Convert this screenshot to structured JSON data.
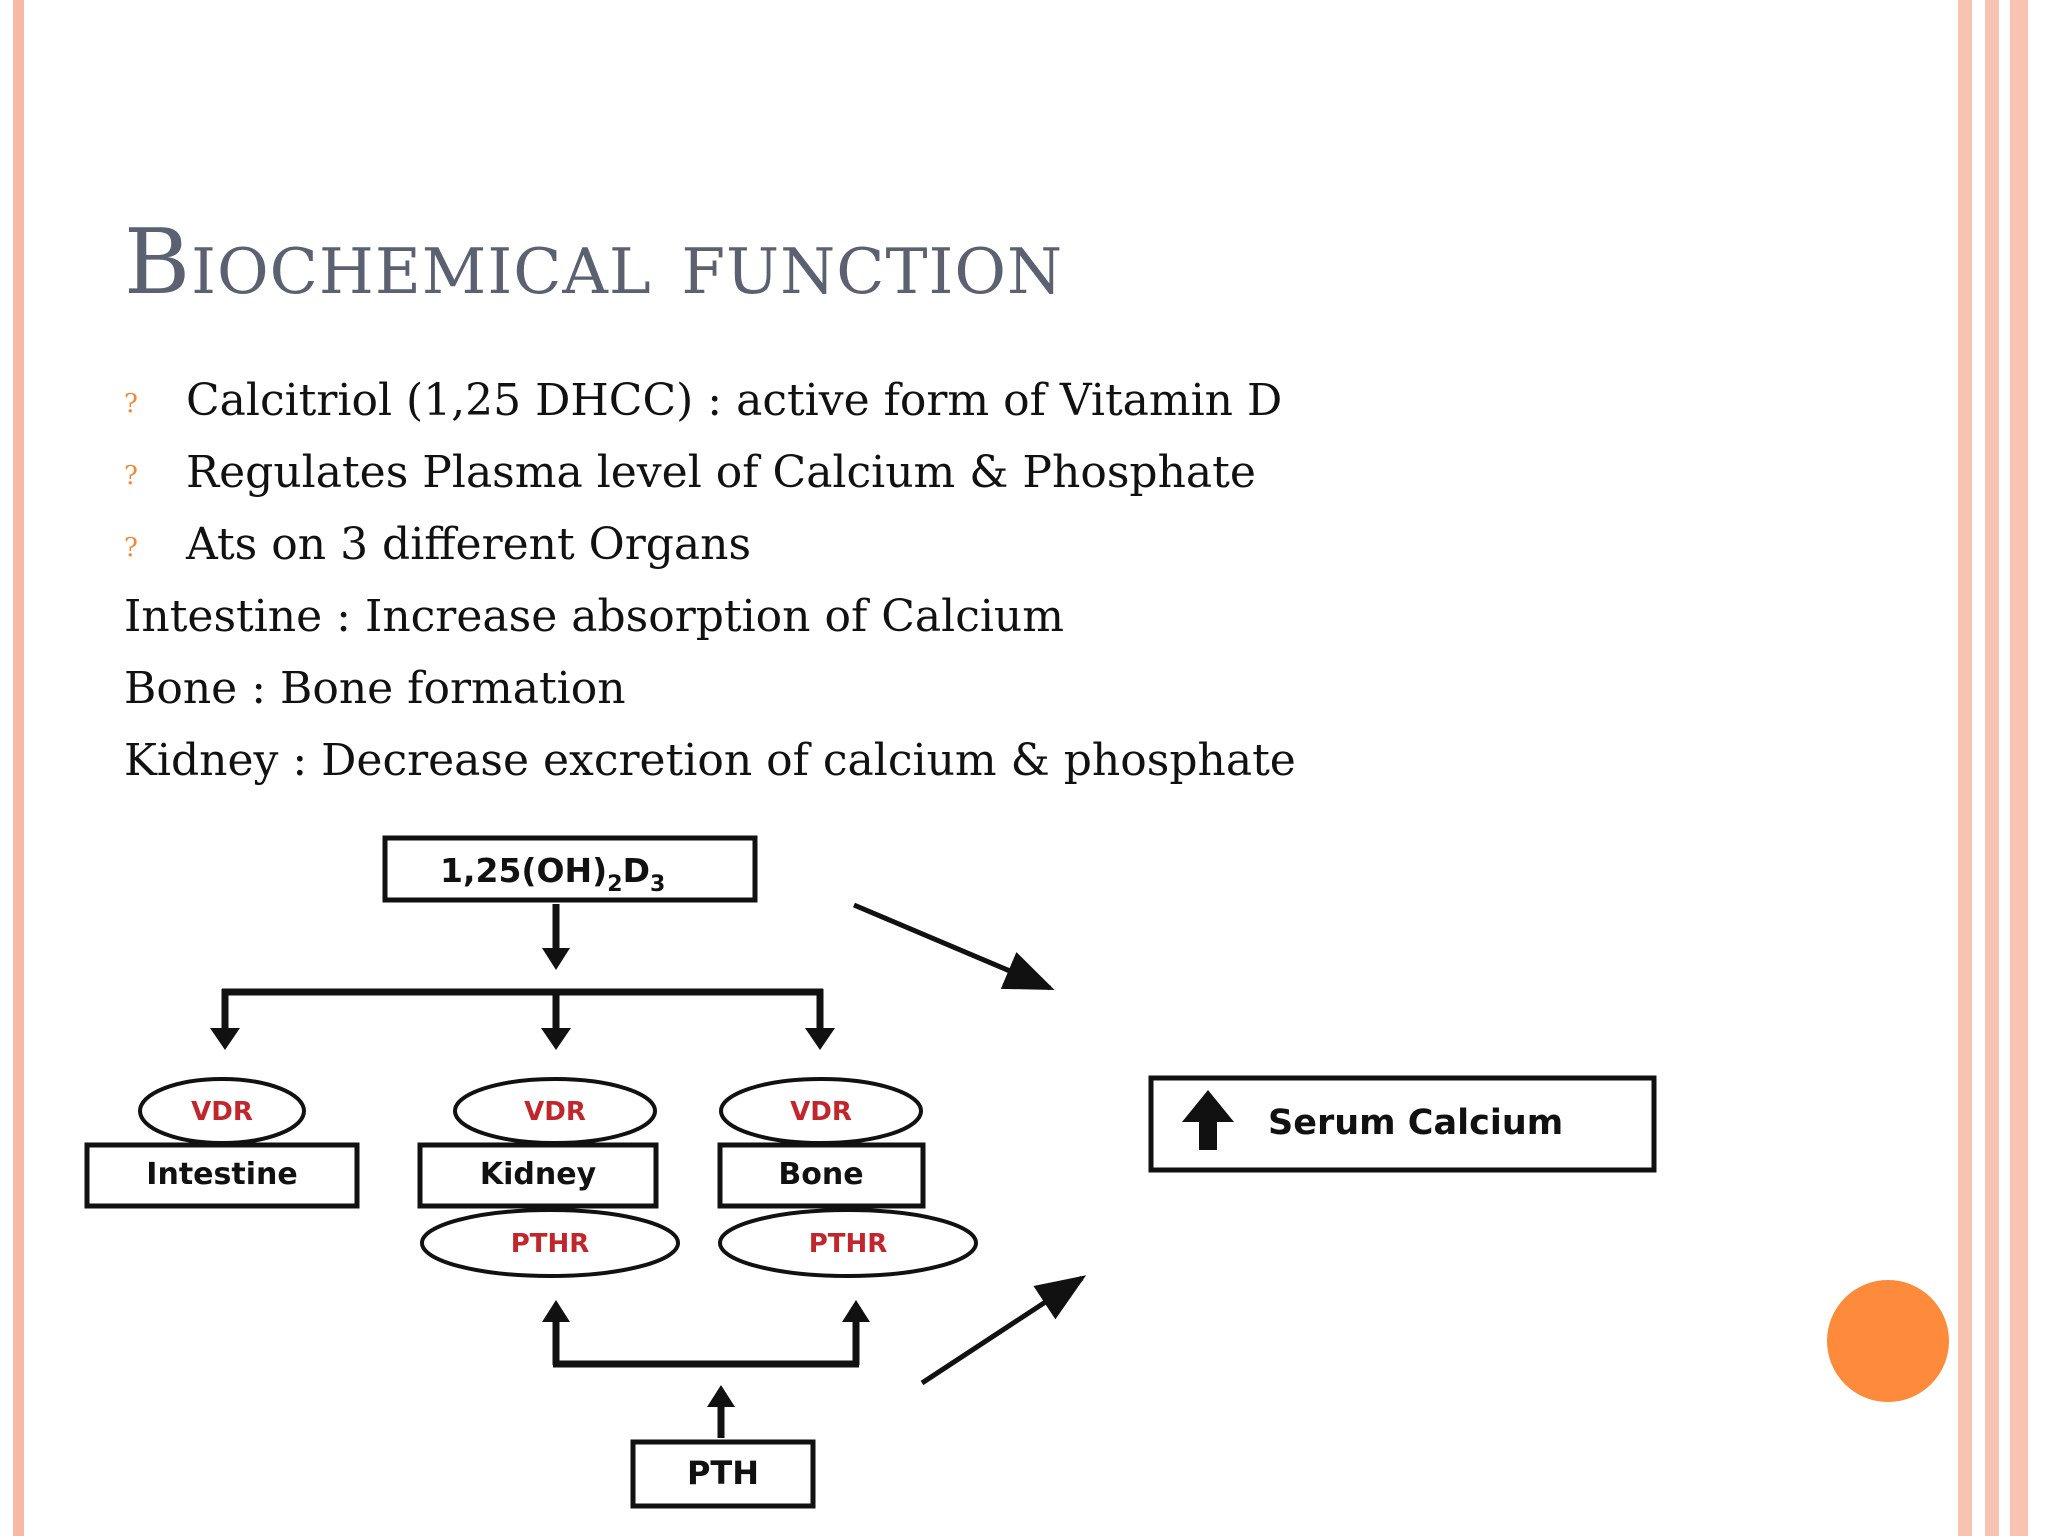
{
  "slide": {
    "title": "Biochemical function",
    "accent_color": "#f08a3a",
    "border_color": "#f8c3b1",
    "title_color": "#5b6170",
    "bullet_symbol": "?",
    "items": [
      {
        "text": "Calcitriol (1,25 DHCC) : active form of Vitamin D",
        "bullet": true
      },
      {
        "text": "Regulates Plasma level of Calcium & Phosphate",
        "bullet": true
      },
      {
        "text": "Ats on 3 different Organs",
        "bullet": true
      },
      {
        "text": "Intestine : Increase absorption of Calcium",
        "bullet": false
      },
      {
        "text": "Bone : Bone formation",
        "bullet": false
      },
      {
        "text": "Kidney : Decrease excretion of calcium & phosphate",
        "bullet": false
      }
    ]
  },
  "diagram": {
    "hormone": {
      "prefix": "1,25(OH)",
      "sub1": "2",
      "mid": "D",
      "sub2": "3"
    },
    "organs": [
      "Intestine",
      "Kidney",
      "Bone"
    ],
    "receptor_vdr": "VDR",
    "receptor_pthr": "PTHR",
    "pth": "PTH",
    "serum_calcium": "Serum Calcium",
    "receptor_color": "#c0272d"
  }
}
